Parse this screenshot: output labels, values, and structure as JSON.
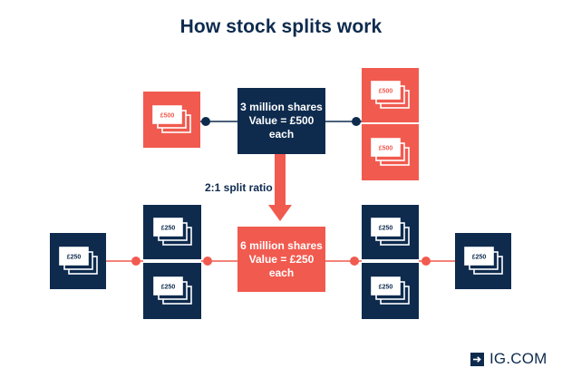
{
  "title": "How stock splits work",
  "before": {
    "box_text": "3 million shares\nValue = £500\neach",
    "note_value": "£500"
  },
  "ratio_label": "2:1 split ratio",
  "after": {
    "box_text": "6 million shares\nValue = £250\neach",
    "note_value": "£250"
  },
  "brand": "IG.COM",
  "icons": {
    "note": "banknote-stack-icon",
    "arrow": "down-arrow-icon",
    "connector": "connector-dot-icon",
    "brand_mark": "arrow-box-icon"
  },
  "colors": {
    "navy": "#0e2b4e",
    "coral": "#f15a4f",
    "white": "#ffffff"
  }
}
